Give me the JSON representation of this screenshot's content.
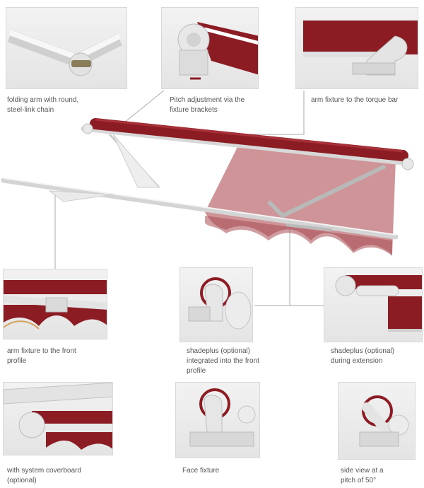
{
  "colors": {
    "fabric": "#8c1c24",
    "fabric_light": "#c9888d",
    "metal": "#e9e9e9",
    "leader_line": "#aaaaaa",
    "caption": "#555555"
  },
  "details": [
    {
      "id": "folding-arm",
      "caption": "folding arm with round,\nsteel-link chain"
    },
    {
      "id": "pitch-adjustment",
      "caption": "Pitch adjustment via the\nfixture brackets"
    },
    {
      "id": "arm-fixture-torque-bar",
      "caption": "arm fixture to the torque bar"
    },
    {
      "id": "arm-fixture-front-profile",
      "caption": "arm fixture to the front\nprofile"
    },
    {
      "id": "shadeplus-integrated",
      "caption": "shadeplus (optional)\nintegrated into the front\nprofile"
    },
    {
      "id": "shadeplus-extension",
      "caption": "shadeplus (optional)\nduring extension"
    },
    {
      "id": "system-coverboard",
      "caption": "with system coverboard\n(optional)"
    },
    {
      "id": "face-fixture",
      "caption": "Face fixture"
    },
    {
      "id": "side-view-pitch",
      "caption": "side view at a\npitch of 50°"
    }
  ]
}
